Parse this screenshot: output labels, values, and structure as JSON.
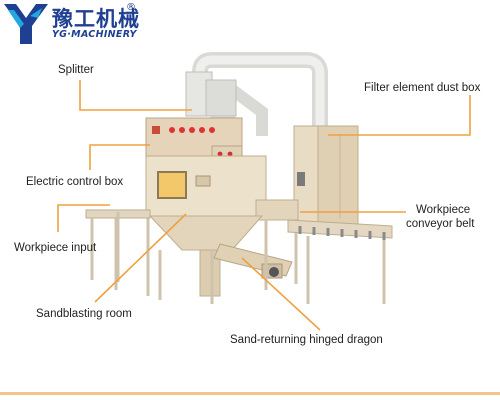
{
  "logo": {
    "name_cn": "豫工机械",
    "name_en": "YG·MACHINERY",
    "registered_mark": "®",
    "brand_blue": "#1f3f92",
    "brand_cyan": "#22a8e0"
  },
  "labels": {
    "splitter": "Splitter",
    "filter_dust_box": "Filter element dust box",
    "electric_control_box": "Electric control box",
    "workpiece_conveyor_line1": "Workpiece",
    "workpiece_conveyor_line2": "conveyor belt",
    "workpiece_input": "Workpiece input",
    "sandblasting_room": "Sandblasting room",
    "sand_returning_dragon": "Sand-returning hinged dragon"
  },
  "colors": {
    "leader_line": "#f0a040",
    "machine_body": "#e9dcc4",
    "machine_shadow": "#cbbd9f",
    "frame": "#d8cdb8",
    "control_panel": "#e8d6bf",
    "pipe": "#e3e3e1",
    "window": "#f3c86a",
    "rollers": "#9a9a9a"
  }
}
